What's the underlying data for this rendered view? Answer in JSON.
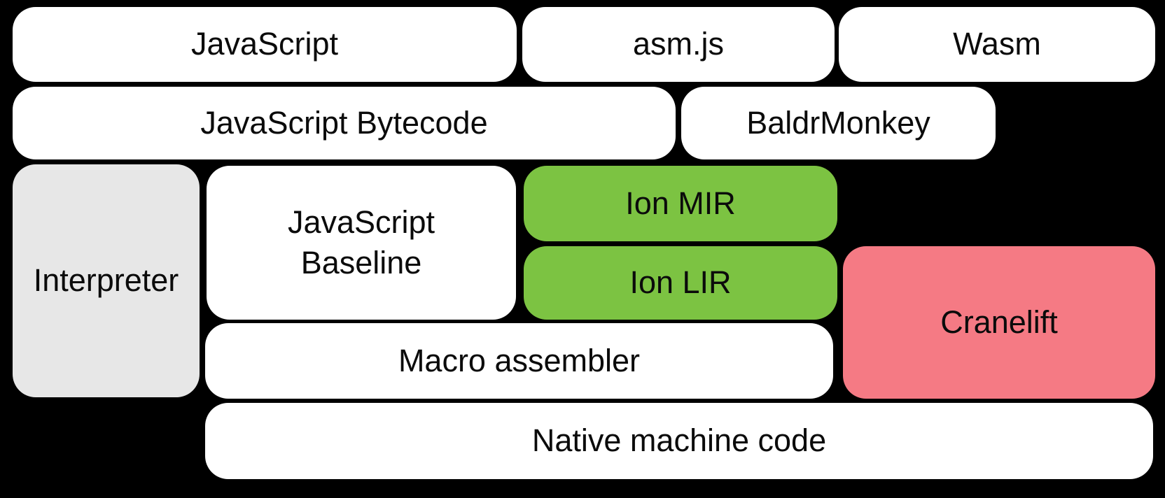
{
  "diagram": {
    "background_color": "#000000",
    "text_color": "#0b0b0b",
    "palette": {
      "white": "#ffffff",
      "gray": "#e7e7e7",
      "green": "#7cc342",
      "pink": "#f57a84"
    },
    "boxes": [
      {
        "id": "javascript",
        "label": "JavaScript",
        "tone": "white"
      },
      {
        "id": "asmjs",
        "label": "asm.js",
        "tone": "white"
      },
      {
        "id": "wasm",
        "label": "Wasm",
        "tone": "white"
      },
      {
        "id": "javascript-bytecode",
        "label": "JavaScript Bytecode",
        "tone": "white"
      },
      {
        "id": "baldrmonkey",
        "label": "BaldrMonkey",
        "tone": "white"
      },
      {
        "id": "interpreter",
        "label": "Interpreter",
        "tone": "gray"
      },
      {
        "id": "javascript-baseline",
        "label": "JavaScript\nBaseline",
        "tone": "white"
      },
      {
        "id": "ion-mir",
        "label": "Ion MIR",
        "tone": "green"
      },
      {
        "id": "ion-lir",
        "label": "Ion LIR",
        "tone": "green"
      },
      {
        "id": "cranelift",
        "label": "Cranelift",
        "tone": "pink"
      },
      {
        "id": "macro-assembler",
        "label": "Macro assembler",
        "tone": "white"
      },
      {
        "id": "native-machine-code",
        "label": "Native machine code",
        "tone": "white"
      }
    ]
  }
}
